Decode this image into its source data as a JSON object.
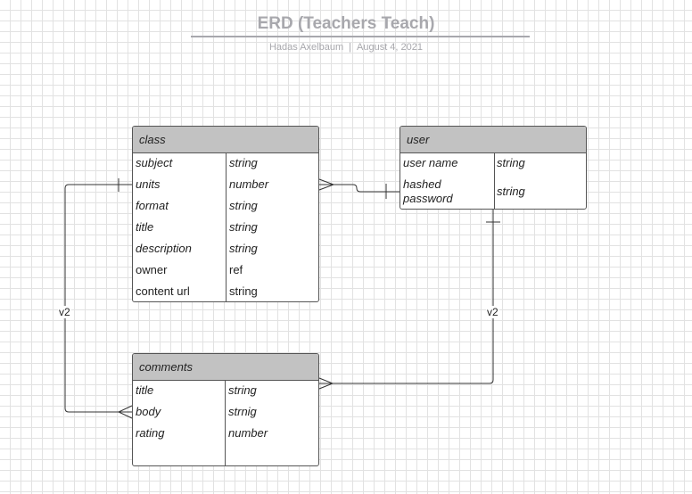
{
  "document": {
    "title": "ERD (Teachers Teach)",
    "author": "Hadas Axelbaum",
    "date": "August 4, 2021",
    "separator": "|"
  },
  "colors": {
    "header_fill": "#c2c2c2",
    "border": "#555555",
    "title_text": "#a8a8ad",
    "grid": "#e2e2e2"
  },
  "entities": {
    "class": {
      "name": "class",
      "fields": [
        {
          "name": "subject",
          "type": "string",
          "italic": true
        },
        {
          "name": "units",
          "type": "number",
          "italic": true
        },
        {
          "name": "format",
          "type": "string",
          "italic": true
        },
        {
          "name": "title",
          "type": "string",
          "italic": true
        },
        {
          "name": "description",
          "type": "string",
          "italic": true
        },
        {
          "name": "owner",
          "type": "ref",
          "italic": false
        },
        {
          "name": "content url",
          "type": "string",
          "italic": false
        }
      ]
    },
    "user": {
      "name": "user",
      "fields": [
        {
          "name": "user name",
          "type": "string",
          "italic": true
        },
        {
          "name": "hashed password",
          "name_lines": [
            "hashed",
            "password"
          ],
          "type": "string",
          "italic": true
        }
      ]
    },
    "comments": {
      "name": "comments",
      "fields": [
        {
          "name": "title",
          "type": "string",
          "italic": true
        },
        {
          "name": "body",
          "type": "strnig",
          "italic": true
        },
        {
          "name": "rating",
          "type": "number",
          "italic": true
        }
      ]
    }
  },
  "relationships": [
    {
      "from": "user",
      "to": "class",
      "from_end": "one",
      "to_end": "many",
      "label": ""
    },
    {
      "from": "class",
      "to": "comments",
      "from_end": "one",
      "to_end": "many",
      "label": "v2"
    },
    {
      "from": "user",
      "to": "comments",
      "from_end": "one",
      "to_end": "many",
      "label": "v2"
    }
  ]
}
